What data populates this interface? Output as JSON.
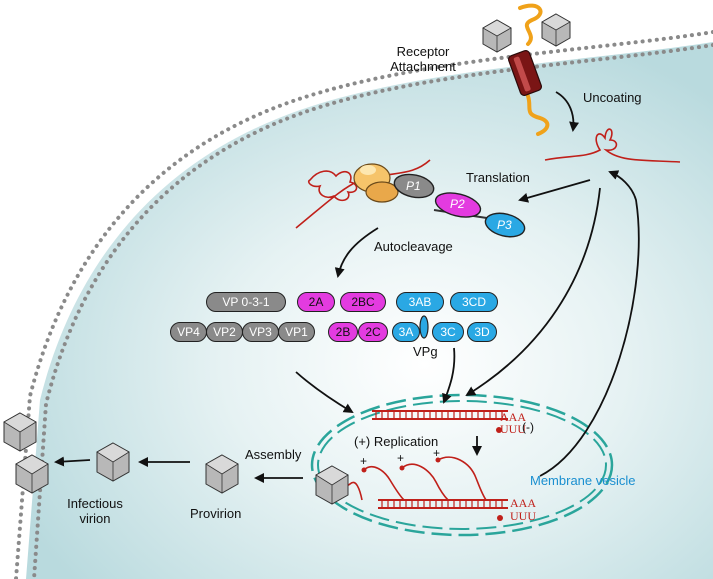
{
  "labels": {
    "receptor_attachment": "Receptor\nAttachment",
    "uncoating": "Uncoating",
    "translation": "Translation",
    "autocleavage": "Autocleavage",
    "vpg": "VPg",
    "replication": "(+) Replication",
    "membrane_vesicle": "Membrane vesicle",
    "assembly": "Assembly",
    "provirion": "Provirion",
    "infectious_virion": "Infectious\nvirion"
  },
  "polyprotein": [
    "P1",
    "P2",
    "P3"
  ],
  "proteins": {
    "row1": [
      "VP 0-3-1",
      "2A",
      "2BC",
      "3AB",
      "3CD"
    ],
    "row2": [
      "VP4",
      "VP2",
      "VP3",
      "VP1",
      "2B",
      "2C",
      "3A",
      "3C",
      "3D"
    ]
  },
  "rna_marks": {
    "poly_a": "AAA",
    "poly_u": "UUU",
    "minus_strand": "(-)",
    "plus": "+"
  },
  "colors": {
    "cell_fill": "#cfe7ea",
    "membrane_dots": "#8a8a8a",
    "vesicle": "#2aa59b",
    "rna": "#c0201a",
    "structural_proteins": "#8a8a8a",
    "p2_proteins": "#e33be0",
    "p3_proteins": "#2aa8e4"
  }
}
